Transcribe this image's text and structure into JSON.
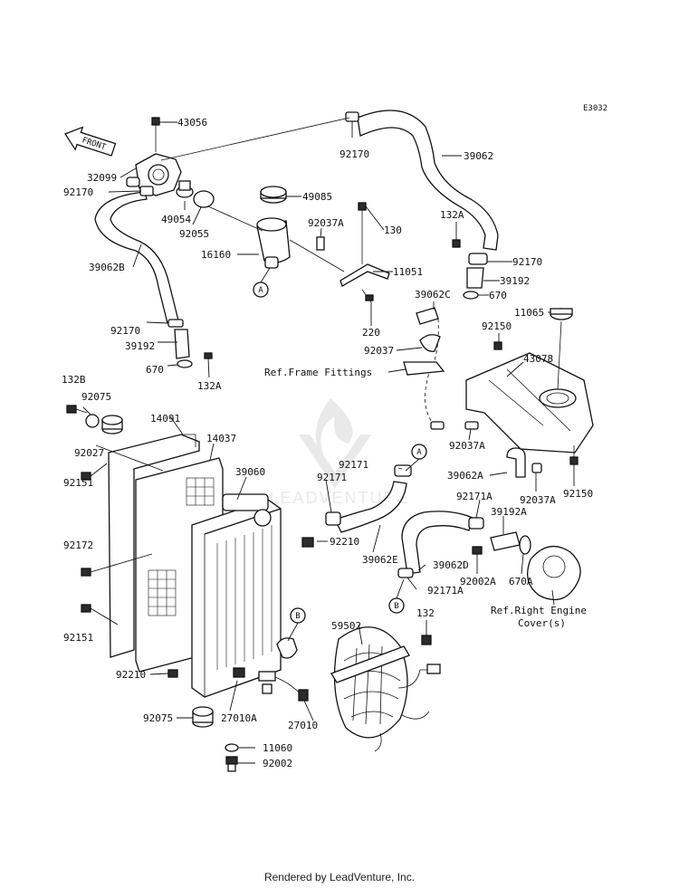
{
  "diagram_code": "E3032",
  "front_label": "FRONT",
  "watermark": "LEADVENTURE",
  "callouts": [
    {
      "id": "A",
      "label": "A"
    },
    {
      "id": "A2",
      "label": "A"
    },
    {
      "id": "B",
      "label": "B"
    },
    {
      "id": "B2",
      "label": "B"
    }
  ],
  "references": {
    "frame_fittings": "Ref.Frame Fittings",
    "engine_cover_line1": "Ref.Right Engine",
    "engine_cover_line2": "Cover(s)"
  },
  "parts": [
    {
      "key": "p43056",
      "number": "43056"
    },
    {
      "key": "p32099",
      "number": "32099"
    },
    {
      "key": "p92170_a",
      "number": "92170"
    },
    {
      "key": "p49054",
      "number": "49054"
    },
    {
      "key": "p92055",
      "number": "92055"
    },
    {
      "key": "p39062B",
      "number": "39062B"
    },
    {
      "key": "p92170_b",
      "number": "92170"
    },
    {
      "key": "p39192_a",
      "number": "39192"
    },
    {
      "key": "p670_a",
      "number": "670"
    },
    {
      "key": "p132A_a",
      "number": "132A"
    },
    {
      "key": "p92170_c",
      "number": "92170"
    },
    {
      "key": "p39062",
      "number": "39062"
    },
    {
      "key": "p49085",
      "number": "49085"
    },
    {
      "key": "p92037A_a",
      "number": "92037A"
    },
    {
      "key": "p130",
      "number": "130"
    },
    {
      "key": "p16160",
      "number": "16160"
    },
    {
      "key": "p11051",
      "number": "11051"
    },
    {
      "key": "p220",
      "number": "220"
    },
    {
      "key": "p132A_b",
      "number": "132A"
    },
    {
      "key": "p92170_d",
      "number": "92170"
    },
    {
      "key": "p39192_b",
      "number": "39192"
    },
    {
      "key": "p670_b",
      "number": "670"
    },
    {
      "key": "p39062C",
      "number": "39062C"
    },
    {
      "key": "p92037",
      "number": "92037"
    },
    {
      "key": "p11065",
      "number": "11065"
    },
    {
      "key": "p92150_a",
      "number": "92150"
    },
    {
      "key": "p43078",
      "number": "43078"
    },
    {
      "key": "p92037A_b",
      "number": "92037A"
    },
    {
      "key": "p39062A",
      "number": "39062A"
    },
    {
      "key": "p92037A_c",
      "number": "92037A"
    },
    {
      "key": "p92150_b",
      "number": "92150"
    },
    {
      "key": "p132B",
      "number": "132B"
    },
    {
      "key": "p92075_a",
      "number": "92075"
    },
    {
      "key": "p92027",
      "number": "92027"
    },
    {
      "key": "p14091",
      "number": "14091"
    },
    {
      "key": "p14037",
      "number": "14037"
    },
    {
      "key": "p92151_a",
      "number": "92151"
    },
    {
      "key": "p92172",
      "number": "92172"
    },
    {
      "key": "p92151_b",
      "number": "92151"
    },
    {
      "key": "p39060",
      "number": "39060"
    },
    {
      "key": "p92171_a",
      "number": "92171"
    },
    {
      "key": "p92171_b",
      "number": "92171"
    },
    {
      "key": "p92210_a",
      "number": "92210"
    },
    {
      "key": "p39062E",
      "number": "39062E"
    },
    {
      "key": "p92171A_a",
      "number": "92171A"
    },
    {
      "key": "p39192A",
      "number": "39192A"
    },
    {
      "key": "p39062D",
      "number": "39062D"
    },
    {
      "key": "p92002A",
      "number": "92002A"
    },
    {
      "key": "p670A",
      "number": "670A"
    },
    {
      "key": "p92171A_b",
      "number": "92171A"
    },
    {
      "key": "p59502",
      "number": "59502"
    },
    {
      "key": "p132",
      "number": "132"
    },
    {
      "key": "p92210_b",
      "number": "92210"
    },
    {
      "key": "p92075_b",
      "number": "92075"
    },
    {
      "key": "p27010A",
      "number": "27010A"
    },
    {
      "key": "p27010",
      "number": "27010"
    },
    {
      "key": "p11060",
      "number": "11060"
    },
    {
      "key": "p92002",
      "number": "92002"
    }
  ],
  "footer": "Rendered by LeadVenture, Inc."
}
